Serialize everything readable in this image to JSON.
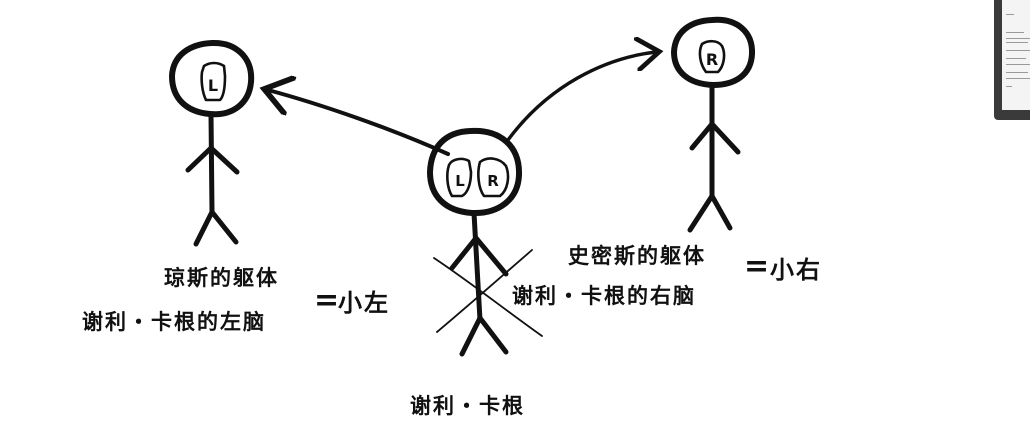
{
  "labels": {
    "left_line1": "琼斯的躯体",
    "left_line2": "谢利・卡根的左脑",
    "left_result": "小左",
    "right_line1": "史密斯的躯体",
    "right_line2": "谢利・卡根的右脑",
    "right_result": "小右",
    "bottom": "谢利・卡根"
  },
  "head_letters": {
    "left": "L",
    "center_left": "L",
    "center_right": "R",
    "right": "R"
  },
  "colors": {
    "ink": "#111111",
    "background": "#ffffff"
  }
}
